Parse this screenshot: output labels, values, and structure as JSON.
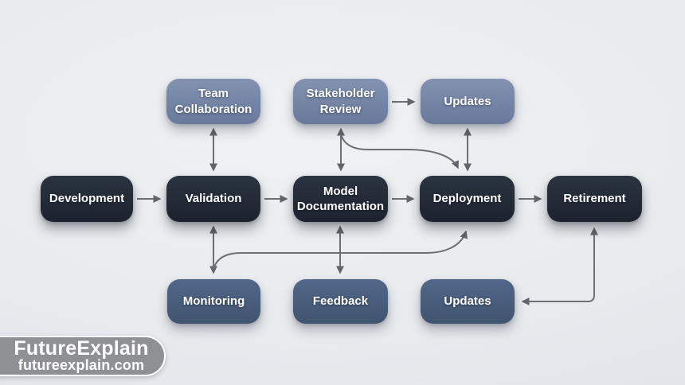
{
  "diagram_title": "",
  "nodes": {
    "team_collaboration": {
      "label": "Team Collaboration",
      "style": "light"
    },
    "stakeholder_review": {
      "label": "Stakeholder Review",
      "style": "light"
    },
    "updates_top": {
      "label": "Updates",
      "style": "light"
    },
    "development": {
      "label": "Development",
      "style": "dark"
    },
    "validation": {
      "label": "Validation",
      "style": "dark"
    },
    "model_documentation": {
      "label": "Model Documentation",
      "style": "dark"
    },
    "deployment": {
      "label": "Deployment",
      "style": "dark"
    },
    "retirement": {
      "label": "Retirement",
      "style": "dark"
    },
    "monitoring": {
      "label": "Monitoring",
      "style": "medium"
    },
    "feedback": {
      "label": "Feedback",
      "style": "medium"
    },
    "updates_bottom": {
      "label": "Updates",
      "style": "medium"
    }
  },
  "edges": [
    {
      "from": "Development",
      "to": "Validation",
      "type": "arrow"
    },
    {
      "from": "Validation",
      "to": "Model Documentation",
      "type": "arrow"
    },
    {
      "from": "Model Documentation",
      "to": "Deployment",
      "type": "arrow"
    },
    {
      "from": "Deployment",
      "to": "Retirement",
      "type": "arrow"
    },
    {
      "from": "Stakeholder Review",
      "to": "Updates (top)",
      "type": "arrow"
    },
    {
      "from": "Team Collaboration",
      "to": "Validation",
      "type": "bidirectional"
    },
    {
      "from": "Stakeholder Review",
      "to": "Model Documentation",
      "type": "bidirectional"
    },
    {
      "from": "Updates (top)",
      "to": "Deployment",
      "type": "bidirectional"
    },
    {
      "from": "Stakeholder Review",
      "to": "Deployment",
      "type": "curved-arrow"
    },
    {
      "from": "Validation",
      "to": "Monitoring",
      "type": "bidirectional"
    },
    {
      "from": "Model Documentation",
      "to": "Feedback",
      "type": "bidirectional"
    },
    {
      "from": "Monitoring",
      "to": "Deployment",
      "type": "curved-arrow"
    },
    {
      "from": "Retirement",
      "to": "Updates (bottom)",
      "type": "bidirectional-elbow"
    }
  ],
  "watermark": {
    "title": "FutureExplain",
    "subtitle": "futureexplain.com"
  },
  "colors": {
    "background": "#e8eaee",
    "node_dark": "#222a36",
    "node_light": "#7485a6",
    "node_medium": "#4a5f7e",
    "arrow": "#6c6f75",
    "watermark_bg": "#8f9094",
    "text": "#ffffff"
  }
}
